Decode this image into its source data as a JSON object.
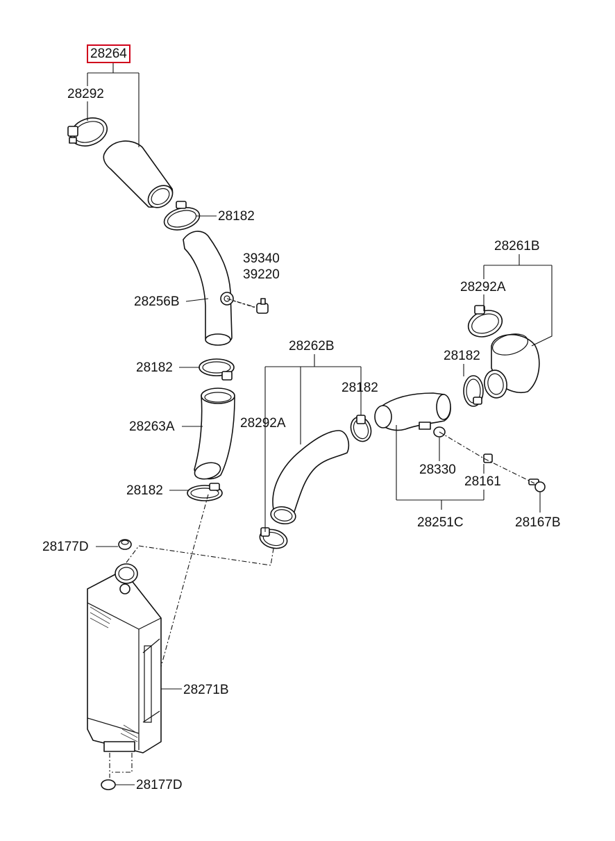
{
  "part_labels": {
    "p28264": "28264",
    "p28292_top": "28292",
    "p28182_a": "28182",
    "p39340": "39340",
    "p39220": "39220",
    "p28256B": "28256B",
    "p28182_b": "28182",
    "p28263A": "28263A",
    "p28182_c": "28182",
    "p28177D_top": "28177D",
    "p28271B": "28271B",
    "p28177D_bottom": "28177D",
    "p28262B": "28262B",
    "p28292A_mid": "28292A",
    "p28182_d": "28182",
    "p28261B": "28261B",
    "p28292A_right": "28292A",
    "p28182_e": "28182",
    "p28330": "28330",
    "p28161": "28161",
    "p28251C": "28251C",
    "p28167B": "28167B"
  },
  "highlight_color": "#d0021b"
}
